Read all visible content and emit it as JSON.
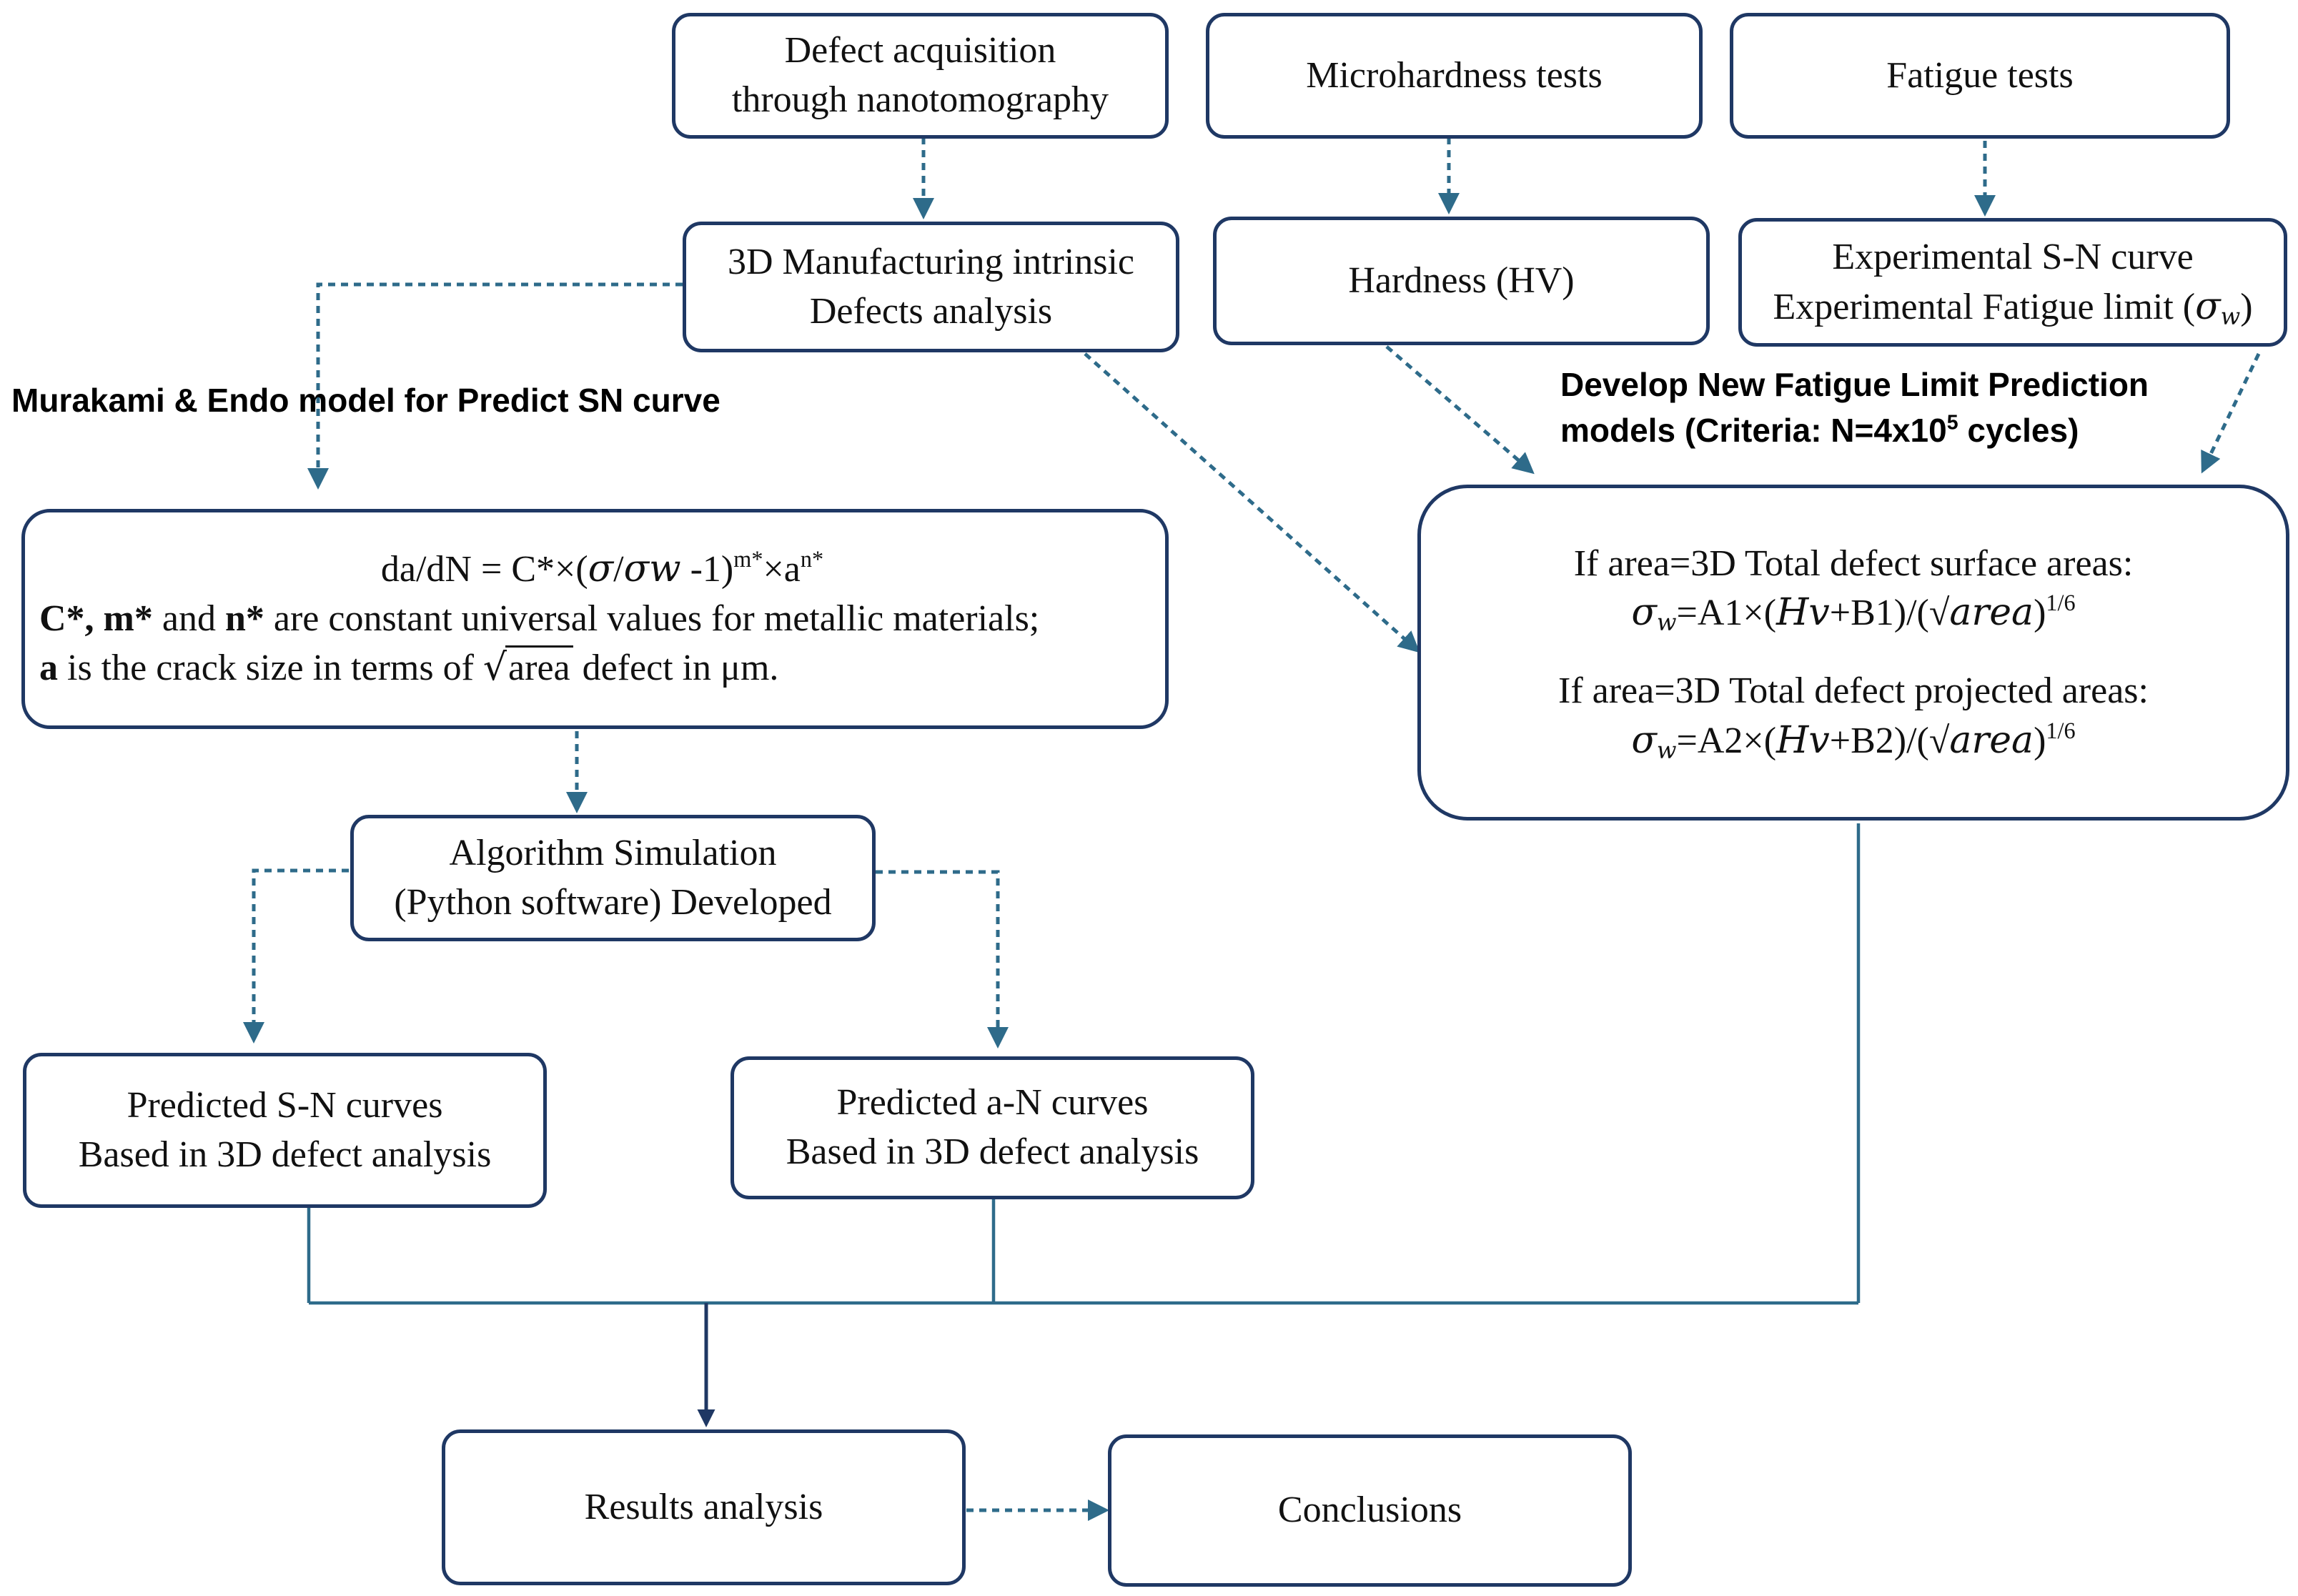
{
  "boxes": {
    "defect_acquisition": [
      "Defect acquisition",
      "through nanotomography"
    ],
    "microhardness_tests": "Microhardness tests",
    "fatigue_tests": "Fatigue tests",
    "defects_analysis": [
      "3D Manufacturing intrinsic",
      "Defects analysis"
    ],
    "hardness": "Hardness (HV)",
    "experimental": {
      "line1": "Experimental S-N curve",
      "line2_prefix": "Experimental Fatigue limit (",
      "line2_suffix": ")"
    },
    "algorithm": [
      "Algorithm Simulation",
      "(Python software) Developed"
    ],
    "predicted_sn": [
      "Predicted S-N curves",
      "Based in 3D defect analysis"
    ],
    "predicted_an": [
      "Predicted a-N curves",
      "Based in 3D defect analysis"
    ],
    "results": "Results analysis",
    "conclusions": "Conclusions"
  },
  "labels": {
    "murakami": "Murakami & Endo model for Predict SN curve",
    "develop_line1": "Develop New Fatigue Limit  Prediction",
    "develop_line2_prefix": "models (Criteria: N=4x10",
    "develop_line2_exp": "5",
    "develop_line2_suffix": " cycles)"
  },
  "equation_box": {
    "formula_lhs": "da/dN = C*×(",
    "formula_sigma": "σ",
    "formula_slash": "/",
    "formula_sigma_w": "σw",
    "formula_mid": " -1)",
    "formula_exp1": "m*",
    "formula_times": "×a",
    "formula_exp2": "n*",
    "desc1_bold": "C*, m*",
    "desc1_and": " and ",
    "desc1_bold2": "n*",
    "desc1_rest": " are constant universal values for metallic materials;",
    "desc2_bold": "a",
    "desc2_rest": " is the crack size in terms of ",
    "desc2_radicand": "area",
    "desc2_end": " defect in μm."
  },
  "prediction_box": {
    "cond1": "If  area=3D Total defect surface areas:",
    "cond2": "If area=3D Total defect projected areas:",
    "eq1_coef": "A1",
    "eq1_const": "B1",
    "eq2_coef": "A2",
    "eq2_const": "B2",
    "sigma": "σ",
    "sigma_sub": "w",
    "eq_eq": "=",
    "eq_times": "×(",
    "hv": "Hv",
    "plus": "+",
    "close_open": ")/(√",
    "area": "area",
    "close": ")",
    "exp": "1/6"
  },
  "colors": {
    "box_border": "#1f3864",
    "dotted_arrow": "#2e6b8a",
    "solid_line": "#2e6b8a",
    "solid_arrow": "#1f3864"
  }
}
